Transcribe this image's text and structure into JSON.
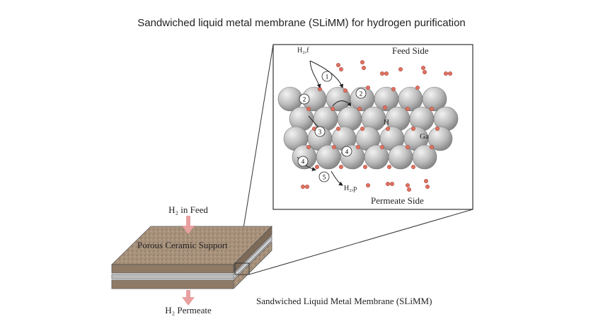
{
  "title": "Sandwiched liquid metal membrane (SLiMM) for hydrogen purification",
  "labels": {
    "h2_in_feed": "H₂ in Feed",
    "porous_support": "Porous Ceramic Support",
    "h2_permeate": "H₂ Permeate",
    "slimm": "Sandwiched Liquid Metal Membrane (SLiMM)",
    "feed_side": "Feed Side",
    "permeate_side": "Permeate Side",
    "ga": "Ga",
    "h": "H",
    "h2f": "H₂,f",
    "h2p": "H₂,p"
  },
  "steps": [
    "1",
    "2",
    "3",
    "4",
    "5"
  ],
  "colors": {
    "ga_atom": "#c8c8c8",
    "h_atom": "#e07060",
    "support": "#a08c78",
    "arrow": "#e8a0a0"
  }
}
